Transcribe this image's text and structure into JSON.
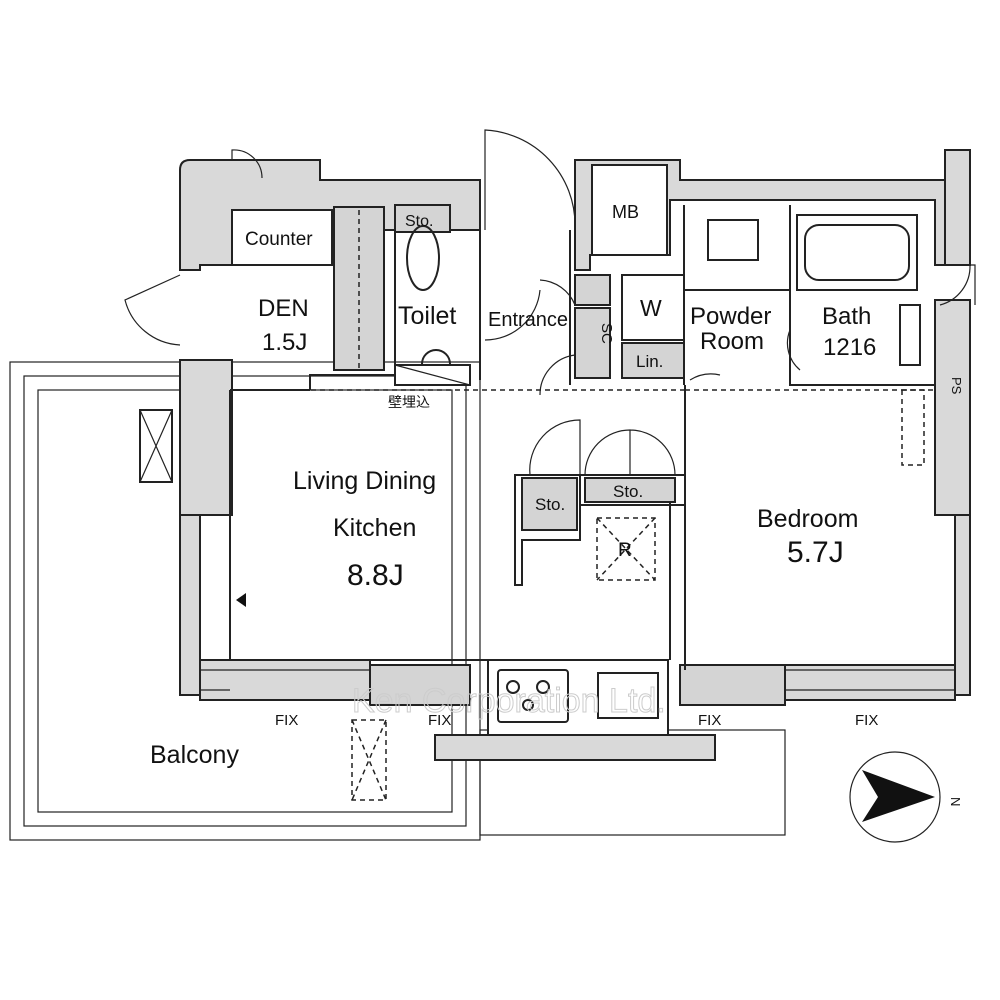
{
  "rooms": {
    "counter": "Counter",
    "den": "DEN",
    "den_size": "1.5J",
    "toilet": "Toilet",
    "toilet_storage": "Sto.",
    "entrance": "Entrance",
    "mb": "MB",
    "sc": "SC",
    "w": "W",
    "linen": "Lin.",
    "powder_room_1": "Powder",
    "powder_room_2": "Room",
    "bath": "Bath",
    "bath_size": "1216",
    "ps": "PS",
    "ldk_1": "Living Dining",
    "ldk_2": "Kitchen",
    "ldk_size": "8.8J",
    "storage_1": "Sto.",
    "storage_2": "Sto.",
    "refrigerator": "R",
    "bedroom": "Bedroom",
    "bedroom_size": "5.7J",
    "balcony": "Balcony",
    "built_in": "壁埋込"
  },
  "windows": {
    "fix_1": "FIX",
    "fix_2": "FIX",
    "fix_3": "FIX",
    "fix_4": "FIX"
  },
  "compass": {
    "north": "N"
  },
  "watermark": "Ken Corporation Ltd."
}
